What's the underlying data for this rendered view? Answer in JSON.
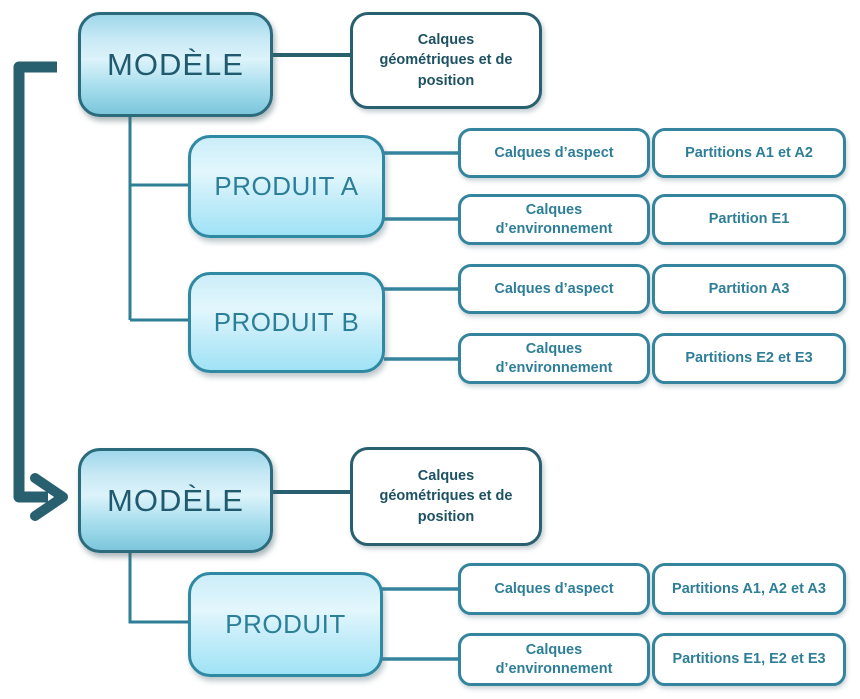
{
  "diagram": {
    "title_hint": "Hiérarchie modèle / produits avec calques et partitions",
    "colors": {
      "dark_teal": "#29606F",
      "teal": "#35849E",
      "teal_text": "#2E7E97",
      "model_fill_top": "#C9E9F5",
      "model_fill_bottom": "#7CC6DC",
      "produit_fill_top": "#E3F7FD",
      "produit_fill_bottom": "#A0E3F5"
    },
    "top": {
      "model_label": "MODÈLE",
      "geo_label": "Calques géométriques et de position",
      "products": [
        {
          "label": "PRODUIT A",
          "rows": [
            {
              "calque": "Calques d’aspect",
              "partition": "Partitions A1 et A2"
            },
            {
              "calque": "Calques d’environnement",
              "partition": "Partition E1"
            }
          ]
        },
        {
          "label": "PRODUIT B",
          "rows": [
            {
              "calque": "Calques d’aspect",
              "partition": "Partition A3"
            },
            {
              "calque": "Calques d’environnement",
              "partition": "Partitions E2 et E3"
            }
          ]
        }
      ]
    },
    "bottom": {
      "model_label": "MODÈLE",
      "geo_label": "Calques géométriques et de position",
      "products": [
        {
          "label": "PRODUIT",
          "rows": [
            {
              "calque": "Calques d’aspect",
              "partition": "Partitions A1, A2 et A3"
            },
            {
              "calque": "Calques d’environnement",
              "partition": "Partitions E1, E2 et E3"
            }
          ]
        }
      ]
    }
  }
}
